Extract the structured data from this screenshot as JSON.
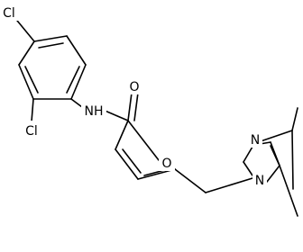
{
  "molecule": {
    "atom_labels": {
      "cl_top": "Cl",
      "cl_ortho": "Cl",
      "amide_n": "NH",
      "carbonyl_o": "O",
      "furan_o": "O",
      "pyrazole_n2": "N",
      "pyrazole_n1": "N"
    }
  },
  "colors": {
    "bond": "#000000",
    "label": "#000000",
    "background": "#ffffff"
  }
}
